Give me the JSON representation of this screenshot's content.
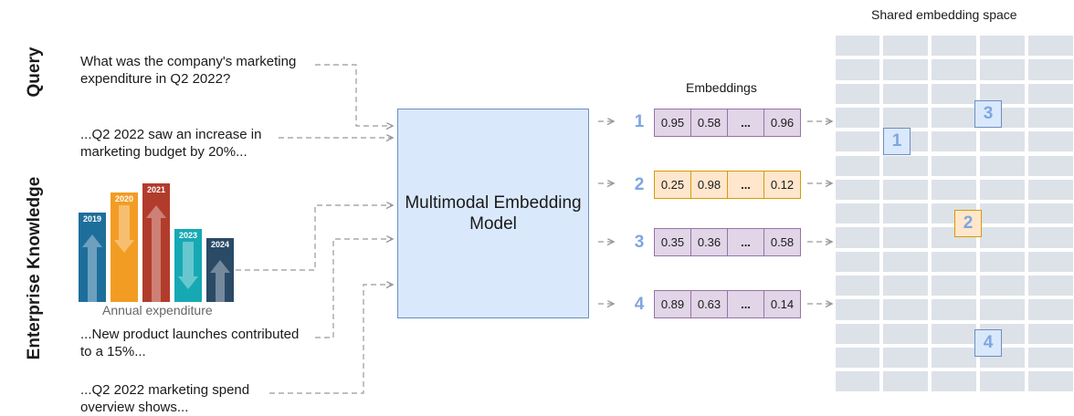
{
  "labels": {
    "query": "Query",
    "enterprise_knowledge": "Enterprise Knowledge",
    "embeddings": "Embeddings",
    "shared_space": "Shared embedding space"
  },
  "query_text": [
    "What was the company's marketing",
    "expenditure in Q2 2022?"
  ],
  "knowledge_items": {
    "text1": [
      "...Q2 2022 saw an increase in",
      "marketing budget by 20%..."
    ],
    "text2": [
      "...New product launches contributed",
      "to a 15%..."
    ],
    "text3": [
      "...Q2 2022 marketing spend",
      "overview shows..."
    ]
  },
  "annual_chart": {
    "caption": "Annual expenditure",
    "bars": [
      {
        "year": "2019",
        "color": "#1e6e9c",
        "arrow": "up"
      },
      {
        "year": "2020",
        "color": "#f39c24",
        "arrow": "down"
      },
      {
        "year": "2021",
        "color": "#b23c2c",
        "arrow": "up"
      },
      {
        "year": "2023",
        "color": "#16a9b4",
        "arrow": "down"
      },
      {
        "year": "2024",
        "color": "#2a4a66",
        "arrow": "up"
      }
    ]
  },
  "model": {
    "label": "Multimodal Embedding Model"
  },
  "embedding_vectors": [
    {
      "index": "1",
      "values": [
        "0.95",
        "0.58",
        "...",
        "0.96"
      ],
      "color": "purple"
    },
    {
      "index": "2",
      "values": [
        "0.25",
        "0.98",
        "...",
        "0.12"
      ],
      "color": "orange"
    },
    {
      "index": "3",
      "values": [
        "0.35",
        "0.36",
        "...",
        "0.58"
      ],
      "color": "purple"
    },
    {
      "index": "4",
      "values": [
        "0.89",
        "0.63",
        "...",
        "0.14"
      ],
      "color": "purple"
    }
  ],
  "space_markers": [
    {
      "label": "1",
      "color": "blue"
    },
    {
      "label": "2",
      "color": "orange"
    },
    {
      "label": "3",
      "color": "blue"
    },
    {
      "label": "4",
      "color": "blue"
    }
  ],
  "colors": {
    "model_fill": "#dae8fc",
    "model_stroke": "#6c8ebf",
    "vector_purple": "#e1d5e7",
    "vector_orange": "#ffe6cc",
    "index_blue": "#7ea6e0",
    "grid": "#dde2e8",
    "connector": "#999999"
  }
}
